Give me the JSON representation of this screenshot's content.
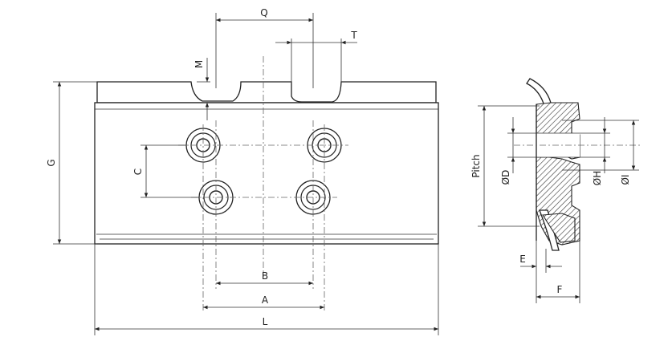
{
  "labels": {
    "Q": "Q",
    "T": "T",
    "M": "M",
    "G": "G",
    "C": "C",
    "B": "B",
    "A": "A",
    "L": "L",
    "pitch": "Pitch",
    "D": "ØD",
    "H": "ØH",
    "I": "ØI",
    "E": "E",
    "F": "F"
  }
}
